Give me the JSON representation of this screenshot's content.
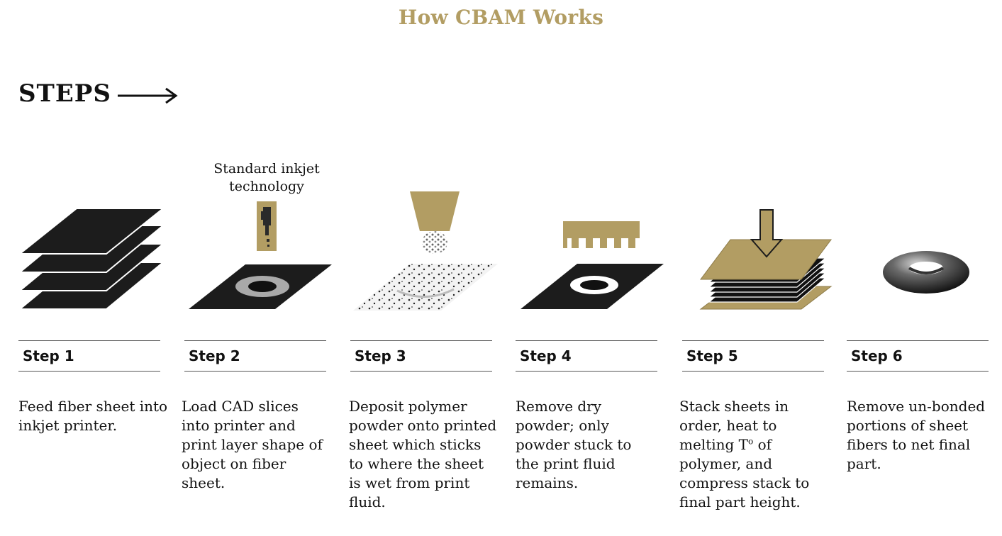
{
  "title": "How CBAM Works",
  "steps_label": "STEPS",
  "inkjet_note": [
    "Standard inkjet",
    "technology"
  ],
  "steps": [
    {
      "label": "Step 1",
      "description": "Feed fiber sheet into inkjet printer."
    },
    {
      "label": "Step 2",
      "description": "Load CAD slices into printer and print layer shape of object on fiber sheet."
    },
    {
      "label": "Step 3",
      "description": "Deposit polymer powder onto printed sheet which sticks to where the sheet is wet from print fluid."
    },
    {
      "label": "Step 4",
      "description": "Remove dry powder; only powder stuck to the print fluid remains."
    },
    {
      "label": "Step 5",
      "description_before": "Stack sheets in order, heat to melting T",
      "description_sup": "o",
      "description_after": " of polymer, and compress stack to final part height."
    },
    {
      "label": "Step 6",
      "description": "Remove un-bonded portions of sheet fibers to net final part."
    }
  ],
  "colors": {
    "gold": "#b29d63",
    "dark": "#1c1c1c"
  }
}
